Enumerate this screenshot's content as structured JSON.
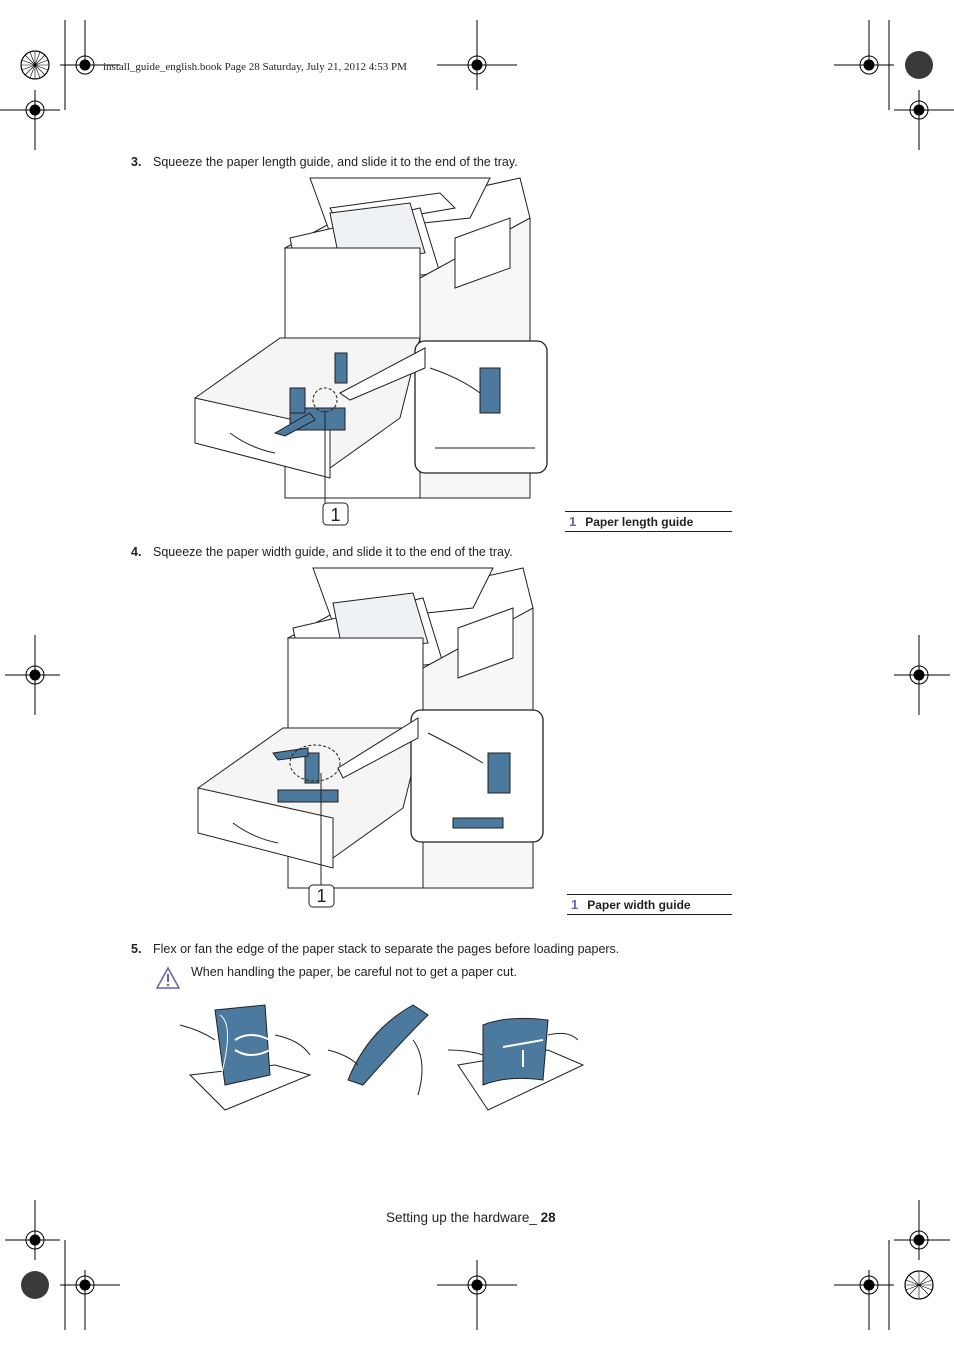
{
  "header": {
    "book_line": "install_guide_english.book  Page 28  Saturday, July 21, 2012  4:53 PM"
  },
  "steps": [
    {
      "number": "3.",
      "text": "Squeeze the paper length guide, and slide it to the end of the tray."
    },
    {
      "number": "4.",
      "text": "Squeeze the paper width guide, and slide it to the end of the tray."
    },
    {
      "number": "5.",
      "text": "Flex or fan the edge of the paper stack to separate the pages before loading papers."
    }
  ],
  "figure1": {
    "callout": "1",
    "caption_num": "1",
    "caption_text": "Paper length guide"
  },
  "figure2": {
    "callout": "1",
    "caption_num": "1",
    "caption_text": "Paper width guide"
  },
  "caution": {
    "icon": "warning-triangle-icon",
    "text": "When handling the paper, be careful not to get a paper cut."
  },
  "footer": {
    "section": "Setting up the hardware_ ",
    "page": "28"
  },
  "colors": {
    "accent_blue": "#4b7a9e",
    "caption_num": "#6b5fa8"
  }
}
